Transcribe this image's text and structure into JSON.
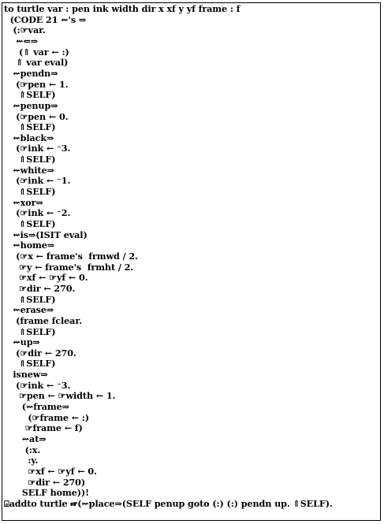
{
  "listing": {
    "lines": [
      "to turtle var : pen ink width dir x xf y yf frame : f",
      "  (CODE 21 ⇜'s ⇒",
      "   (:☞var.",
      "    ⇜⇐⇒",
      "     (⇑ var ← :)",
      "    ⇑ var eval)",
      "   ⇜pendn⇒",
      "    (☞pen ← 1.",
      "     ⇑SELF)",
      "   ⇜penup⇒",
      "    (☞pen ← 0.",
      "     ⇑SELF)",
      "   ⇜black⇒",
      "    (☞ink ← ⁻3.",
      "     ⇑SELF)",
      "   ⇜white⇒",
      "    (☞ink ← ⁻1.",
      "     ⇑SELF)",
      "   ⇜xor⇒",
      "    (☞ink ← ⁻2.",
      "     ⇑SELF)",
      "   ⇜is⇒(ISIT eval)",
      "   ⇜home⇒",
      "    (☞x ← frame's  frmwd / 2.",
      "     ☞y ← frame's  frmht / 2.",
      "     ☞xf ← ☞yf ← 0.",
      "     ☞dir ← 270.",
      "     ⇑SELF)",
      "   ⇜erase⇒",
      "    (frame fclear.",
      "     ⇑SELF)",
      "   ⇜up⇒",
      "    (☞dir ← 270.",
      "     ⇑SELF)",
      "   isnew⇒",
      "    (☞ink ← ⁻3.",
      "     ☞pen ← ☞width ← 1.",
      "      (⇜frame⇒",
      "        (☞frame ← :)",
      "       ☞frame ← f)",
      "      ⇜at⇒",
      "       (:x.",
      "        :y.",
      "        ☞xf ← ☞yf ← 0.",
      "        ☞dir ← 270)",
      "      SELF home))!",
      "⌺addto turtle ☞(⇜place⇒(SELF penup goto (:) (:) pendn up. ⇑SELF)."
    ]
  }
}
